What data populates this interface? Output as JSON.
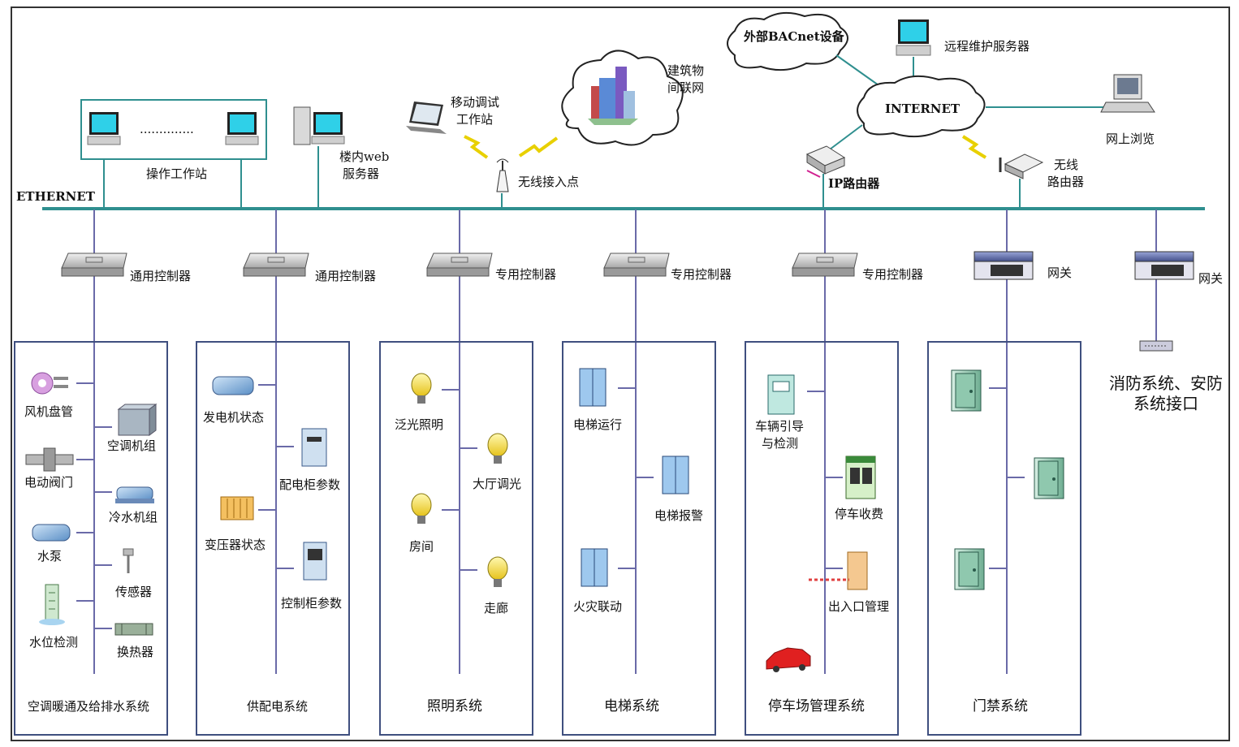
{
  "network": {
    "ethernet": "ETHERNET",
    "operator_stations": "操作工作站",
    "operator_dots": "..............",
    "web_server": [
      "楼内web",
      "服务器"
    ],
    "mobile_station": [
      "移动调试",
      "工作站"
    ],
    "wireless_ap": "无线接入点",
    "building_network": [
      "建筑物",
      "间联网"
    ],
    "external_bacnet": "外部BACnet设备",
    "remote_server": "远程维护服务器",
    "internet": "INTERNET",
    "web_browse": "网上浏览",
    "ip_router": "IP路由器",
    "wireless_router": [
      "无线",
      "路由器"
    ]
  },
  "controllers": [
    {
      "label": "通用控制器"
    },
    {
      "label": "通用控制器"
    },
    {
      "label": "专用控制器"
    },
    {
      "label": "专用控制器"
    },
    {
      "label": "专用控制器"
    },
    {
      "label": "网关"
    },
    {
      "label": "网关"
    }
  ],
  "systems": {
    "hvac": {
      "title": "空调暖通及给排水系统",
      "devices": [
        "风机盘管",
        "空调机组",
        "电动阀门",
        "冷水机组",
        "水泵",
        "传感器",
        "水位检测",
        "换热器"
      ]
    },
    "power": {
      "title": "供配电系统",
      "devices": [
        "发电机状态",
        "配电柜参数",
        "变压器状态",
        "控制柜参数"
      ]
    },
    "lighting": {
      "title": "照明系统",
      "devices": [
        "泛光照明",
        "大厅调光",
        "房间",
        "走廊"
      ]
    },
    "elevator": {
      "title": "电梯系统",
      "devices": [
        "电梯运行",
        "电梯报警",
        "火灾联动"
      ]
    },
    "parking": {
      "title": "停车场管理系统",
      "devices": [
        [
          "车辆引导",
          "与检测"
        ],
        "停车收费",
        "出入口管理"
      ]
    },
    "access": {
      "title": "门禁系统"
    },
    "fire": {
      "title": [
        "消防系统、安防",
        "系统接口"
      ]
    }
  },
  "colors": {
    "bus": "#2f8f8f",
    "line": "#6a6aa8",
    "box": "#3f4f7f"
  }
}
